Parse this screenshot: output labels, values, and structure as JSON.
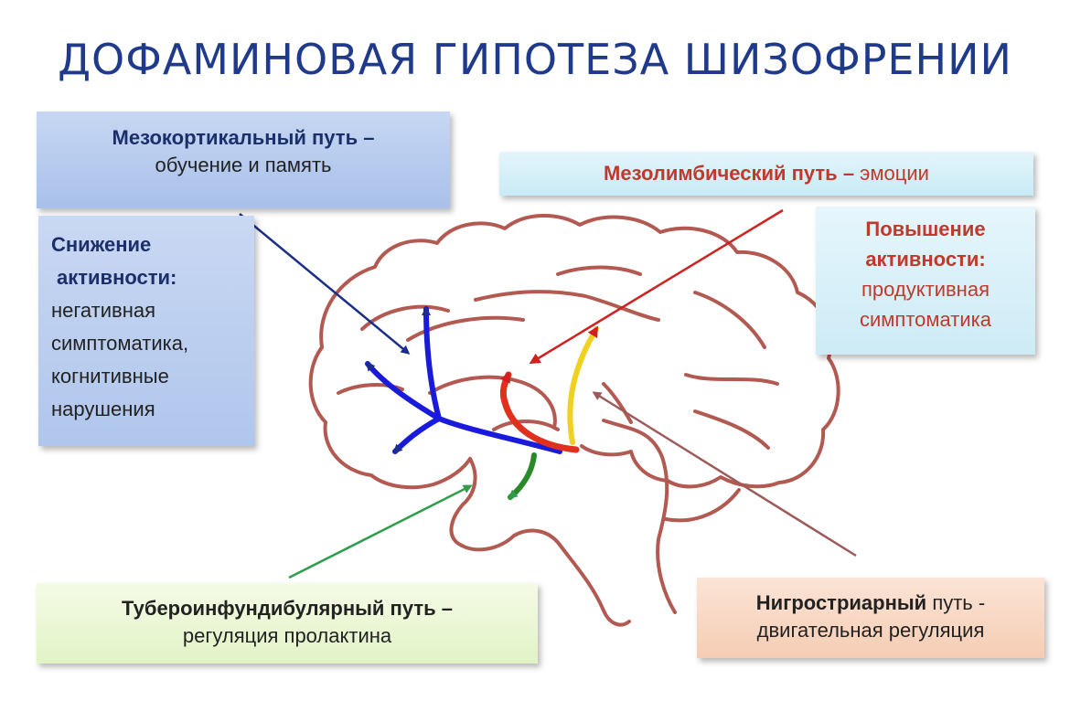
{
  "title": "ДОФАМИНОВАЯ ГИПОТЕЗА ШИЗОФРЕНИИ",
  "mesocortical": {
    "name": "Мезокортикальный путь –",
    "function": "обучение и память"
  },
  "decrease": {
    "heading_line1": "Снижение",
    "heading_line2": "активности:",
    "line1": "негативная",
    "line2": "симптоматика,",
    "line3": "когнитивные",
    "line4": "нарушения"
  },
  "mesolimbic": {
    "name": "Мезолимбический путь –",
    "function": " эмоции"
  },
  "increase": {
    "heading_line1": "Повышение",
    "heading_line2": "активности:",
    "line1": "продуктивная",
    "line2": "симптоматика"
  },
  "tubero": {
    "name": "Тубероинфундибулярный путь –",
    "function": "регуляция пролактина"
  },
  "nigro": {
    "name": "Нигростриарный",
    "name_suffix": " путь -",
    "function": "двигательная регуляция"
  },
  "colors": {
    "title": "#1f3a8a",
    "brain_outline": "#b25a52",
    "mesocortical_path": "#1a1adb",
    "mesolimbic_path": "#e0301e",
    "nigrostriatal_path": "#f0d020",
    "tuberoinfundibular_path": "#2a8a2a",
    "pointer_blue": "#1b2f8a",
    "pointer_red": "#d02020",
    "pointer_green": "#2e9e4a",
    "pointer_brown": "#9c5a5a"
  }
}
